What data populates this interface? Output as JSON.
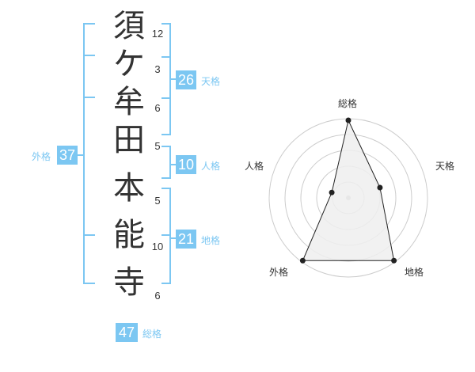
{
  "name": {
    "surname": [
      "須",
      "ケ",
      "牟",
      "田"
    ],
    "given": [
      "本",
      "能",
      "寺"
    ],
    "strokes": [
      "12",
      "3",
      "6",
      "5",
      "5",
      "10",
      "6"
    ]
  },
  "scores": {
    "tenkaku": {
      "value": "26",
      "label": "天格"
    },
    "jinkaku": {
      "value": "10",
      "label": "人格"
    },
    "chikaku": {
      "value": "21",
      "label": "地格"
    },
    "gaikaku": {
      "value": "37",
      "label": "外格"
    },
    "soukaku": {
      "value": "47",
      "label": "総格"
    }
  },
  "chart_data": {
    "type": "radar",
    "axes": [
      "総格",
      "天格",
      "地格",
      "外格",
      "人格"
    ],
    "values": [
      0.98,
      0.42,
      0.98,
      0.98,
      0.22
    ],
    "range": [
      0,
      1
    ],
    "rings": 5,
    "colors": {
      "fill": "#efefef",
      "line": "#222222",
      "ring": "#cccccc",
      "center": "#bbbbbb"
    }
  },
  "colors": {
    "accent": "#7cc7f2",
    "text": "#333333"
  }
}
